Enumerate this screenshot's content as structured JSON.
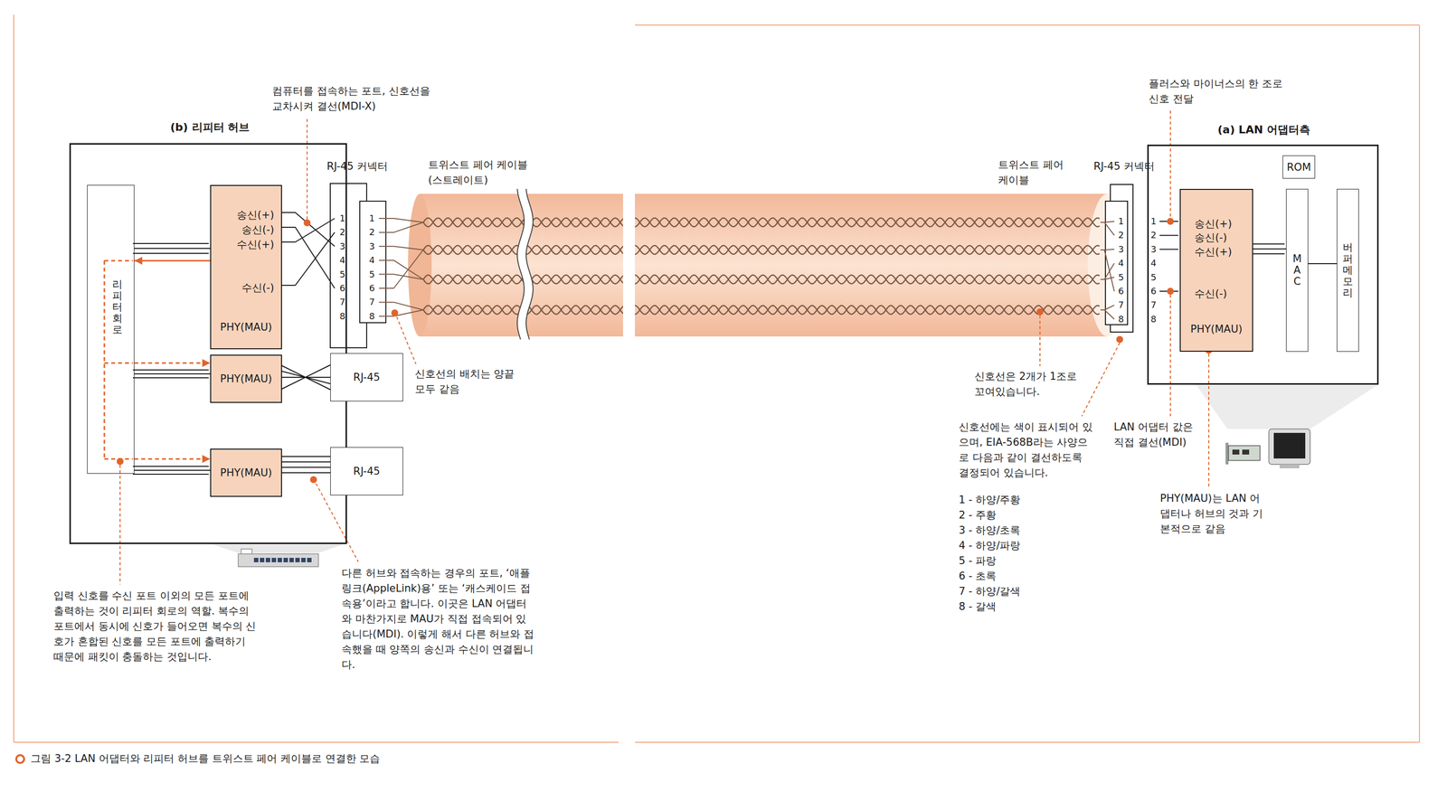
{
  "diagram": {
    "caption": "그림 3-2 LAN 어댑터와 리피터 허브를 트위스트 페어 케이블로 연결한 모습",
    "nodes": [
      {
        "text": [
          "(b) 리피터 허브"
        ]
      },
      {
        "text": [
          "리피터 회로"
        ],
        "in": 0
      },
      {
        "text": [
          "송신(+)",
          "송신(-)",
          "수신(+)",
          "수신(-)",
          "PHY(MAU)"
        ],
        "in": 0
      },
      {
        "text": [
          "PHY(MAU)"
        ],
        "in": 0
      },
      {
        "text": [
          "PHY(MAU)"
        ],
        "in": 0
      },
      {
        "text": [
          "RJ-45"
        ]
      },
      {
        "text": [
          "RJ-45"
        ]
      },
      {
        "text": [
          "(a) LAN 어댑터측"
        ]
      },
      {
        "text": [
          "ROM"
        ],
        "in": 7
      },
      {
        "text": [
          "송신(+)",
          "송신(-)",
          "수신(+)",
          "수신(-)",
          "PHY(MAU)"
        ],
        "in": 7
      },
      {
        "text": [
          "MAC"
        ],
        "in": 7
      },
      {
        "text": [
          "버퍼 메모리"
        ],
        "in": 7
      }
    ],
    "edges": [
      {
        "from": 2,
        "to": 1,
        "arrow": "to"
      },
      {
        "from": 1,
        "to": 3,
        "arrow": "to"
      },
      {
        "from": 1,
        "to": 4,
        "arrow": "to"
      },
      {
        "from": 3,
        "to": 5,
        "arrow": "none"
      },
      {
        "from": 4,
        "to": 6,
        "arrow": "none"
      },
      {
        "from": 9,
        "to": 10,
        "arrow": "none"
      },
      {
        "from": 10,
        "to": 11,
        "arrow": "none"
      },
      {
        "from": 1,
        "to": 2,
        "arrow": "none"
      },
      {
        "from": 1,
        "to": 3,
        "arrow": "none"
      },
      {
        "from": 1,
        "to": 4,
        "arrow": "none"
      }
    ],
    "labels": [
      "컴퓨터를 접속하는 포트, 신호선을 교차시켜 결선(MDI-X)",
      "RJ-45 커넥터",
      "트위스트 페어 케이블(스트레이트)",
      "1",
      "2",
      "3",
      "4",
      "5",
      "6",
      "7",
      "8",
      "1",
      "2",
      "3",
      "4",
      "5",
      "6",
      "7",
      "8",
      "신호선의 배치는 양끝 모두 같음",
      "입력 신호를 수신 포트 이외의 모든 포트에 출력하는 것이 리피터 회로의 역할. 복수의 포트에서 동시에 신호가 들어오면 복수의 신호가 혼합된 신호를 모든 포트에 출력하기 때문에 패킷이 충돌하는 것입니다.",
      "다른 허브와 접속하는 경우의 포트, ‘애플링크(AppleLink)용’ 또는 ‘캐스케이드 접속용’이라고 합니다. 이곳은 LAN 어댑터와 마찬가지로 MAU가 직접 접속되어 있습니다(MDI). 이렇게 해서 다른 허브와 접속했을 때 양쪽의 송신과 수신이 연결됩니다.",
      "플러스와 마이너스의 한 조로 신호 전달",
      "트위스트 페어 케이블",
      "RJ-45 커넥터",
      "1",
      "2",
      "3",
      "4",
      "5",
      "6",
      "7",
      "8",
      "1",
      "2",
      "3",
      "4",
      "5",
      "6",
      "7",
      "8",
      "신호선은 2개가 1조로 꼬여있습니다.",
      "신호선에는 색이 표시되어 있으며, EIA-568B라는 사양으로 다음과 같이 결선하도록 결정되어 있습니다.",
      "1 - 하양/주황",
      "2 - 주황",
      "3 - 하양/초록",
      "4 - 하양/파랑",
      "5 - 파랑",
      "6 - 초록",
      "7 - 하양/갈색",
      "8 - 갈색",
      "LAN 어댑터 값은 직접 결선(MDI)",
      "PHY(MAU)는 LAN 어댑터나 허브의 것과 기본적으로 같음"
    ]
  }
}
